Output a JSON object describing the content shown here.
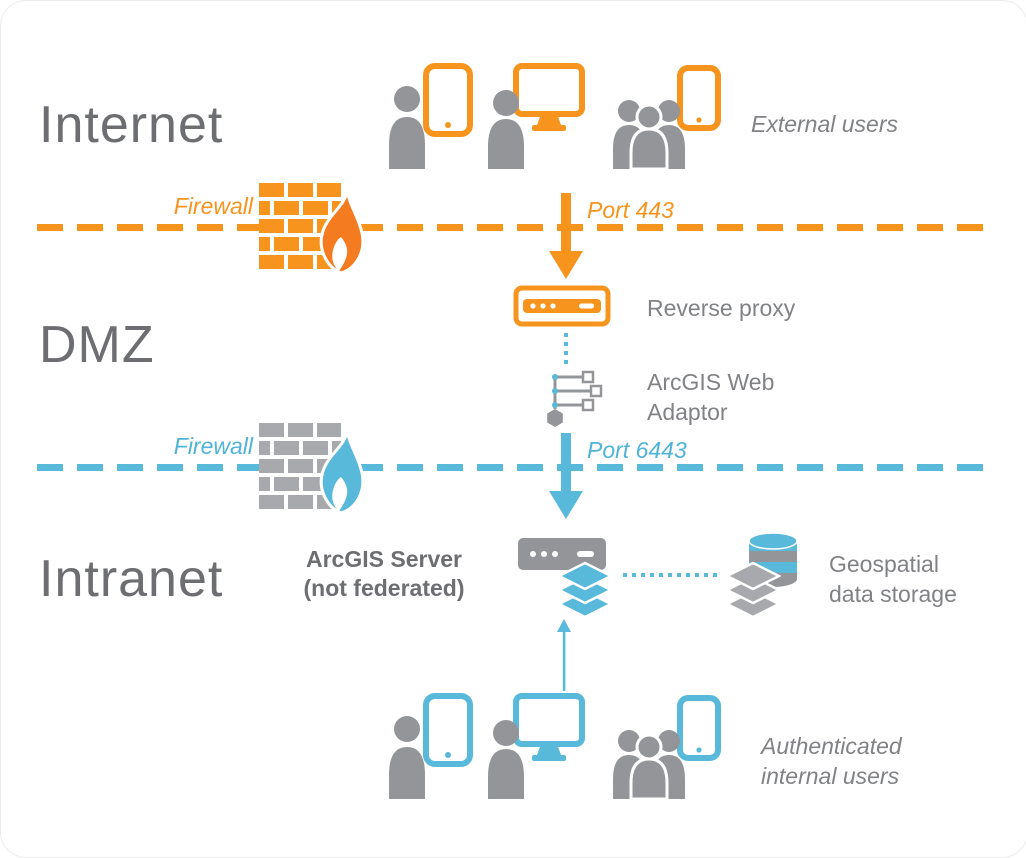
{
  "colors": {
    "orange": "#F7941E",
    "flame_orange": "#F47B20",
    "blue": "#58B9DB",
    "blue_text": "#4FB4D8",
    "icon_gray": "#939598",
    "brick_gray": "#A7A9AC",
    "text_gray": "#808285",
    "zone_gray": "#6D6E71"
  },
  "zone_labels": {
    "internet": "Internet",
    "dmz": "DMZ",
    "intranet": "Intranet"
  },
  "internet_zone": {
    "external_users_caption": "External users"
  },
  "firewall_top": {
    "label": "Firewall",
    "port_label": "Port 443"
  },
  "dmz_zone": {
    "reverse_proxy_label": "Reverse proxy",
    "web_adaptor_line1": "ArcGIS Web",
    "web_adaptor_line2": "Adaptor"
  },
  "firewall_bottom": {
    "label": "Firewall",
    "port_label": "Port 6443"
  },
  "intranet_zone": {
    "server_title": "ArcGIS Server",
    "server_subtitle": "(not federated)",
    "storage_line1": "Geospatial",
    "storage_line2": "data storage",
    "internal_users_line1": "Authenticated",
    "internal_users_line2": "internal users"
  }
}
